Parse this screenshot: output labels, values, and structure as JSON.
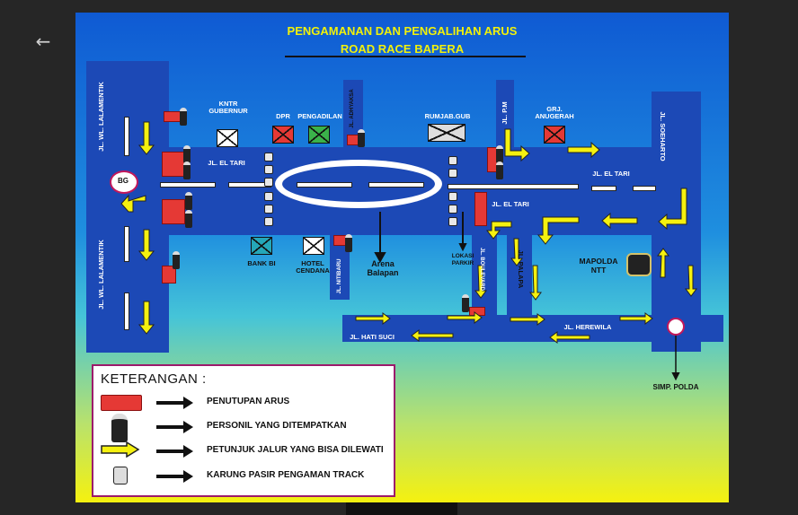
{
  "viewer": {
    "back_icon": "arrow-left-icon",
    "back_glyph": "←"
  },
  "map": {
    "title_line1": "PENGAMANAN DAN PENGALIHAN ARUS",
    "title_line2": "ROAD RACE BAPERA",
    "labels": {
      "jl_wl_lalamentik_top": "JL. WL. LALAMENTIK",
      "jl_wl_lalamentik_bottom": "JL. WL. LALAMENTIK",
      "kntr_gubernur": "KNTR GUBERNUR",
      "dpr": "DPR",
      "pengadilan": "PENGADILAN",
      "jl_adhyaksa": "JL. ADHYAKSA",
      "rumjab_gub": "RUMJAB.GUB",
      "jl_pm": "JL. P.M",
      "grj_anugerah": "GRJ. ANUGERAH",
      "jl_soeharto": "JL. SOEHARTO",
      "bg": "BG",
      "jl_el_tari_left": "JL. EL TARI",
      "jl_el_tari_right": "JL. EL TARI",
      "jl_el_tari_mid": "JL. EL TARI",
      "bank_bi": "BANK BI",
      "hotel_cendana": "HOTEL CENDANA",
      "jl_nitibaru": "JL. NITIBARU",
      "arena_balapan": "Arena Balapan",
      "lokasi_parkir": "LOKASI PARKIR",
      "jl_boulevard": "JL. BOULEVARD",
      "jl_palapa": "JL. PALAPA",
      "mapolda_ntt": "MAPOLDA NTT",
      "jl_herewila": "JL. HEREWILA",
      "jl_hati_suci": "JL. HATI SUCI",
      "simp_polda": "SIMP. POLDA"
    }
  },
  "legend": {
    "title": "KETERANGAN :",
    "items": [
      {
        "icon": "road-block-icon",
        "text": "PENUTUPAN ARUS"
      },
      {
        "icon": "police-officer-icon",
        "text": "PERSONIL YANG DITEMPATKAN"
      },
      {
        "icon": "yellow-arrow-icon",
        "text": "PETUNJUK JALUR YANG BISA DILEWATI"
      },
      {
        "icon": "sandbag-icon",
        "text": "KARUNG PASIR PENGAMAN TRACK"
      }
    ]
  },
  "colors": {
    "road": "#1c49b6",
    "arrow": "#f5f10f",
    "block": "#e53935",
    "title": "#f1f10a"
  }
}
